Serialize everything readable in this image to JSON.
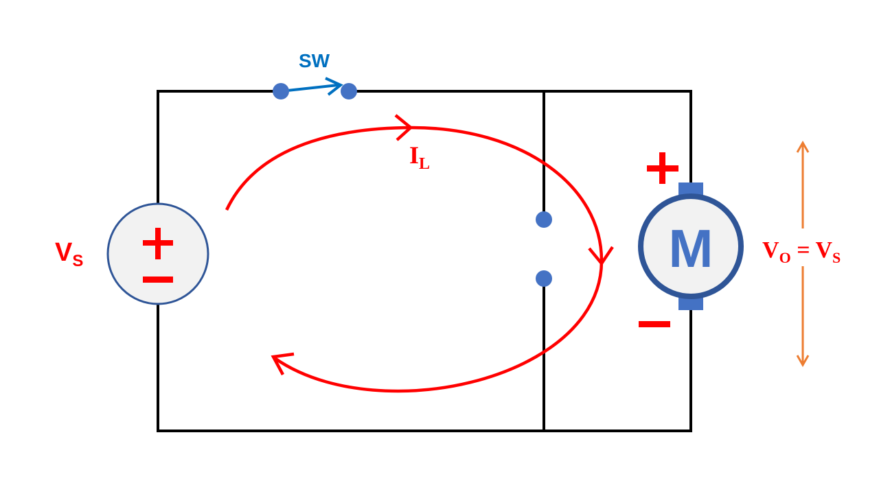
{
  "colors": {
    "wire": "#000000",
    "current": "#ff0000",
    "node": "#4472c4",
    "switch_label": "#0070c0",
    "source_fill": "#f2f2f2",
    "source_stroke": "#2f5597",
    "motor_stroke": "#2f5597",
    "motor_letter": "#4472c4",
    "output_arrow": "#ed7d31"
  },
  "labels": {
    "switch": "SW",
    "source_V": "V",
    "source_sub": "S",
    "current_I": "I",
    "current_sub": "L",
    "motor": "M",
    "plus": "+",
    "minus": "−",
    "vo_V": "V",
    "vo_sub": "O",
    "vo_eq": " = ",
    "vs_V": "V",
    "vs_sub": "S"
  },
  "icons": {
    "source": "dc-voltage-source-icon",
    "motor": "dc-motor-icon",
    "switch": "switch-icon"
  }
}
